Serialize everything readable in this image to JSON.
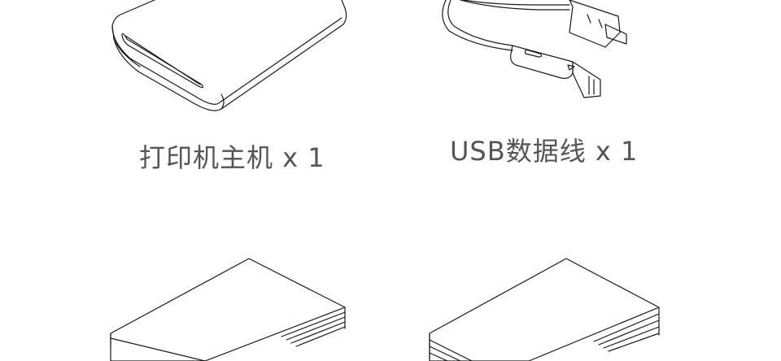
{
  "items": [
    {
      "caption": "打印机主机 x 1",
      "icon": "printer-illustration"
    },
    {
      "caption": "USB数据线 x 1",
      "icon": "usb-cable-illustration"
    },
    {
      "icon": "paper-stack-illustration"
    },
    {
      "icon": "paper-stack-illustration"
    }
  ],
  "colors": {
    "line": "#1a1a1a",
    "caption": "#555555",
    "background": "#ffffff"
  }
}
